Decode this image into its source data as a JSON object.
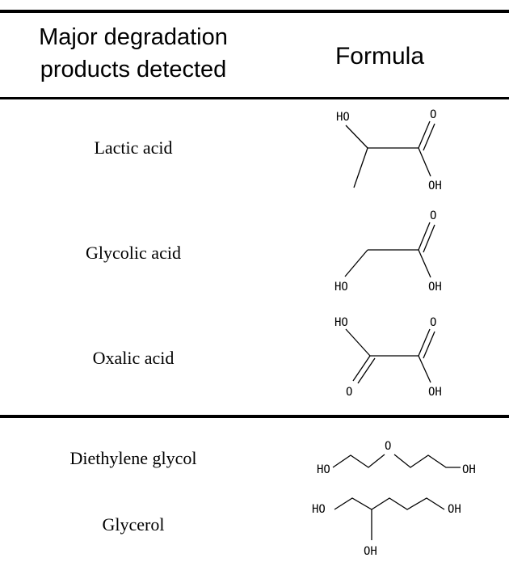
{
  "table": {
    "header": {
      "col1_line1": "Major degradation",
      "col1_line2": "products detected",
      "col2": "Formula"
    },
    "rows": [
      {
        "name": "Lactic acid",
        "formula_labels": [
          "HO",
          "O",
          "OH"
        ]
      },
      {
        "name": "Glycolic acid",
        "formula_labels": [
          "O",
          "HO",
          "OH"
        ]
      },
      {
        "name": "Oxalic acid",
        "formula_labels": [
          "HO",
          "O",
          "O",
          "OH"
        ]
      },
      {
        "name": "Diethylene glycol",
        "formula_labels": [
          "O",
          "HO",
          "OH"
        ]
      },
      {
        "name": "Glycerol",
        "formula_labels": [
          "HO",
          "OH",
          "OH"
        ]
      }
    ]
  }
}
